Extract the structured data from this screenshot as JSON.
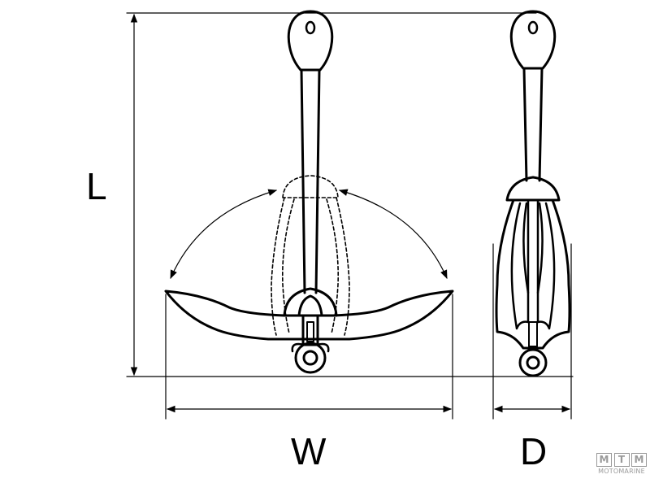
{
  "dimensions": {
    "length_label": "L",
    "width_label": "W",
    "depth_label": "D"
  },
  "logo": {
    "letters": [
      "M",
      "T",
      "M"
    ],
    "brand": "MOTOMARINE"
  },
  "colors": {
    "line": "#000000",
    "logo": "#9a9a9a"
  }
}
